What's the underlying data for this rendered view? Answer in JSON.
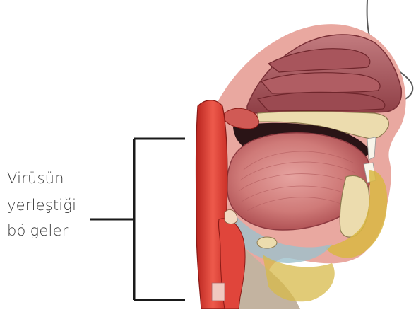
{
  "annotation": {
    "lines": [
      "Virüsün",
      "yerleştiği",
      "bölgeler"
    ]
  },
  "colors": {
    "tissue": "#b9525a",
    "tissue_dark": "#7e2a31",
    "tongue": "#c9706f",
    "throat_red": "#d8372e",
    "bone": "#e8d9b0",
    "fat": "#d6b640",
    "mucosa_blue": "#8fb6c4",
    "bracket": "#1a1a1a",
    "label": "#3a3a3a"
  }
}
